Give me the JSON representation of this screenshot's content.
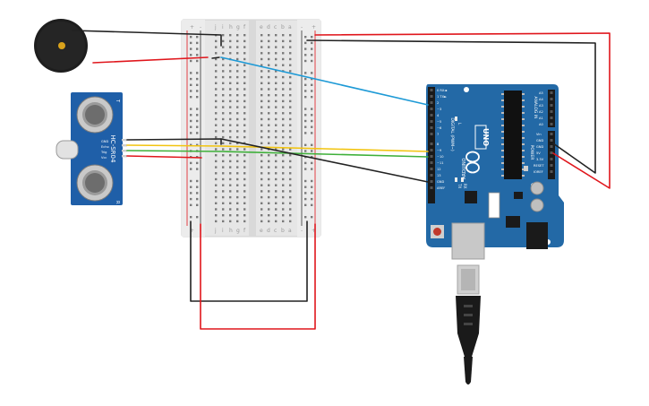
{
  "breadboard": {
    "plus_label": "+",
    "minus_label": "-",
    "top_letters_left": [
      "j",
      "i",
      "h",
      "g",
      "f"
    ],
    "top_letters_right": [
      "e",
      "d",
      "c",
      "b",
      "a"
    ],
    "bottom_letters_left": [
      "j",
      "i",
      "h",
      "g",
      "f"
    ],
    "bottom_letters_right": [
      "e",
      "d",
      "c",
      "b",
      "a"
    ]
  },
  "sensor": {
    "model": "HC-SR04",
    "pins": [
      "GND",
      "Echo",
      "Trig",
      "Vcc"
    ],
    "t_label": "T",
    "r_label": "R"
  },
  "arduino": {
    "brand": "ARDUINO",
    "model": "UNO",
    "digital_label": "DIGITAL (PWM~)",
    "analog_label": "ANALOG IN",
    "power_label": "POWER",
    "tx_label": "TX",
    "rx_label": "RX",
    "l_label": "L",
    "digital_pins": [
      "0 RX◄",
      "1 TX►",
      "2",
      "~3",
      "4",
      "~5",
      "~6",
      "7",
      "8",
      "~9",
      "~10",
      "~11",
      "12",
      "13",
      "GND",
      "AREF"
    ],
    "analog_pins": [
      "A0",
      "A1",
      "A2",
      "A3",
      "A4",
      "A5"
    ],
    "power_pins": [
      "Vin",
      "GND",
      "GND",
      "5V",
      "3.3V",
      "RESET",
      "IOREF"
    ]
  },
  "colors": {
    "wire_black": "#222222",
    "wire_red": "#e0161c",
    "wire_blue": "#1e9ad6",
    "wire_yellow": "#f2c40f",
    "wire_green": "#3fb03a",
    "arduino_blue": "#2369a6",
    "sensor_blue": "#1f5fa8"
  }
}
